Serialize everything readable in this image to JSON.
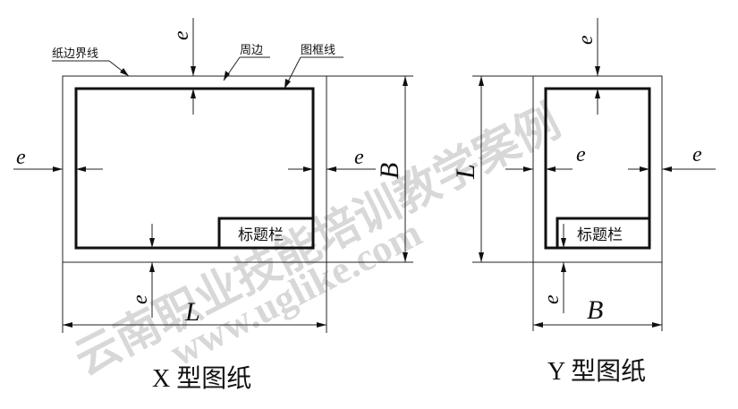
{
  "labels": {
    "paper_border": "纸边界线",
    "margin": "周边",
    "frame_line": "图框线",
    "title_block": "标题栏",
    "e": "e",
    "L": "L",
    "B": "B"
  },
  "captions": {
    "x_type": "X 型图纸",
    "y_type": "Y 型图纸"
  },
  "watermark": {
    "text_cn": "云南职业技能培训教学案例",
    "text_url": "www.uglike.com"
  },
  "colors": {
    "line": "#111111",
    "watermark": "#d8d8d8",
    "background": "#ffffff"
  }
}
